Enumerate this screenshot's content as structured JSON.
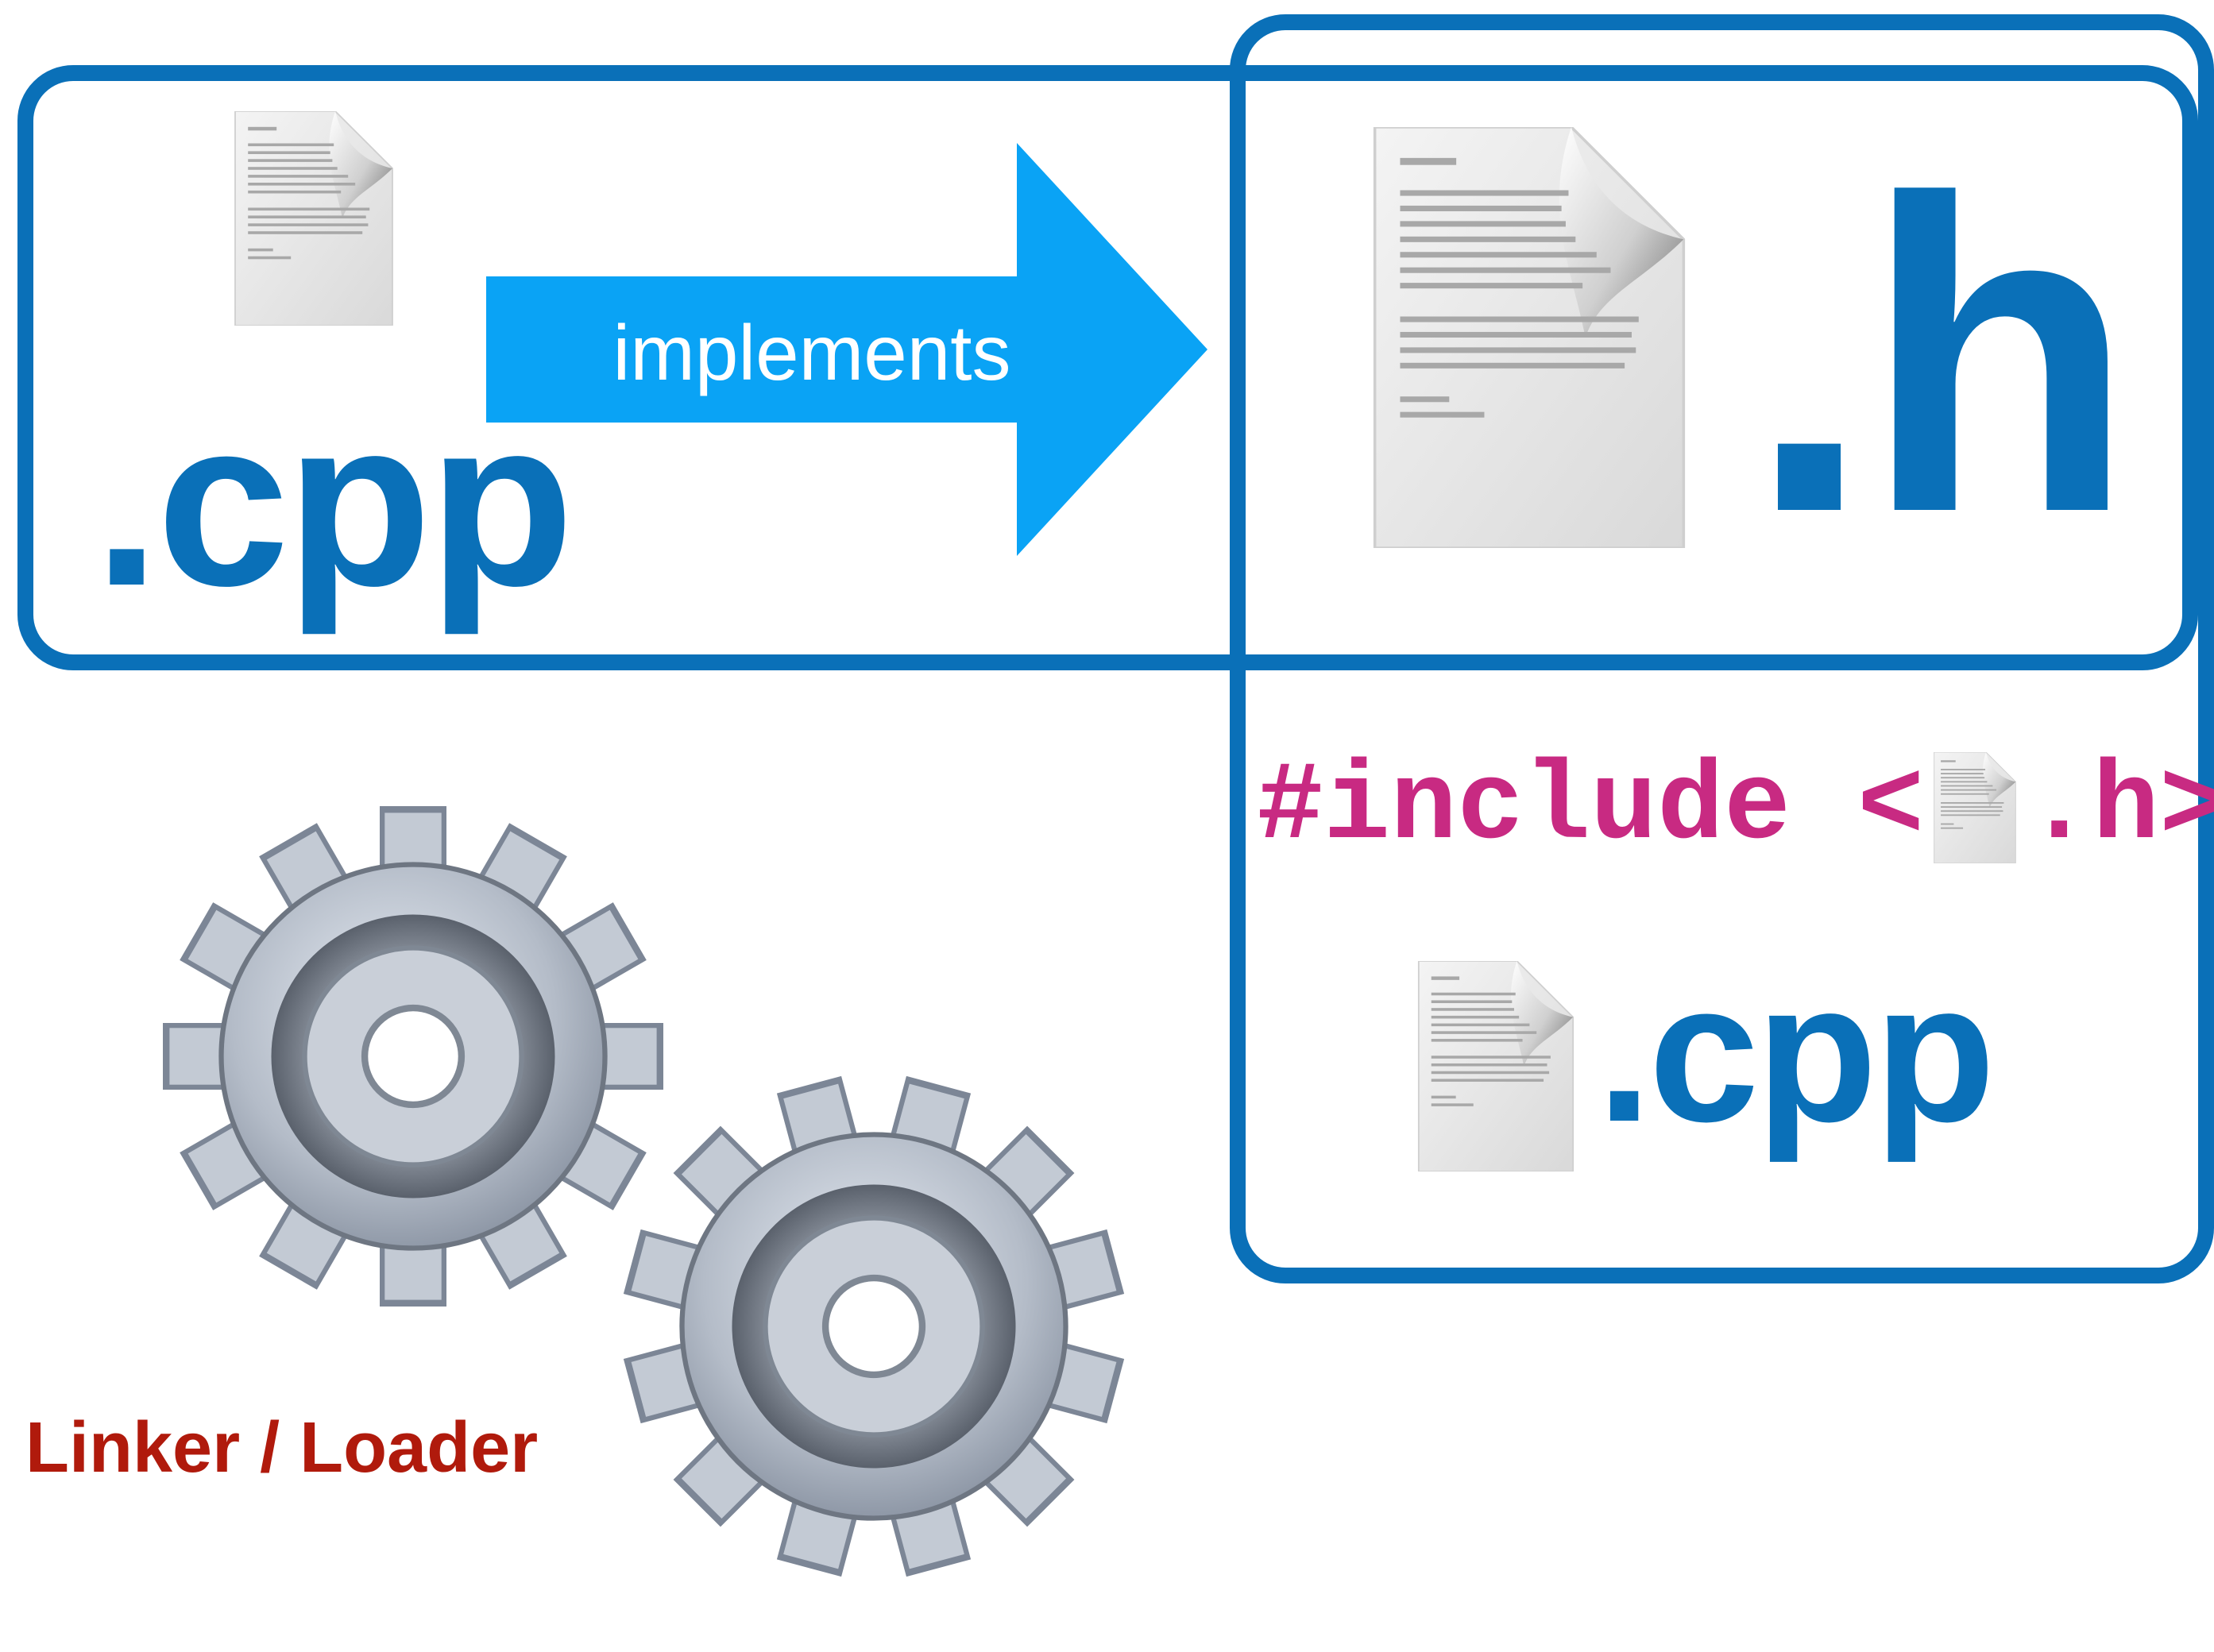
{
  "implements_label": "implements",
  "cpp_left_label": ".cpp",
  "h_label": ".h",
  "include_prefix": "#include <",
  "include_suffix": ".h>",
  "cpp_right_label": ".cpp",
  "linker_label": "Linker / Loader",
  "colors": {
    "frame_blue": "#0a70b8",
    "arrow_blue": "#0aa3f5",
    "include_magenta": "#c82a82",
    "linker_red": "#b01a0c"
  },
  "icons": [
    "document-icon",
    "arrow-icon",
    "gear-icon"
  ]
}
